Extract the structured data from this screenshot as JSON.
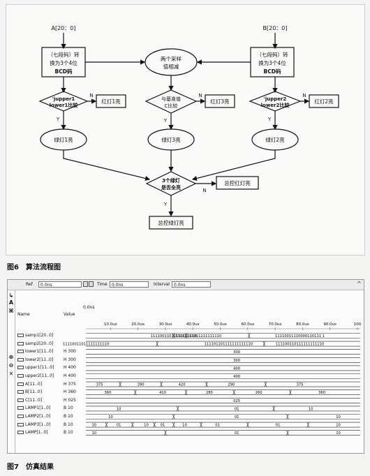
{
  "fig6": {
    "number": "图6",
    "caption": "算法流程图",
    "input_a": "A[20：0]",
    "input_b": "B[20：0]",
    "box_a": [
      "（七段码）转",
      "换为3个4位",
      "BCD码"
    ],
    "box_b": [
      "（七段码）转",
      "换为3个4位",
      "BCD码"
    ],
    "ellipse_sub": [
      "两个采样",
      "值相减"
    ],
    "dec_left": [
      "'jupper1",
      "lower1比较"
    ],
    "dec_mid": [
      "与基准值",
      "C比较"
    ],
    "dec_right": [
      "'jupper2",
      "lower2比较"
    ],
    "red1": "红灯1亮",
    "red3": "红灯3亮",
    "red2": "红灯2亮",
    "green1": "绿灯1亮",
    "green3": "绿灯3亮",
    "green2": "绿灯2亮",
    "dec_all": [
      "3个绿灯",
      "是否全亮"
    ],
    "master_red": "总控红灯亮",
    "master_green": "总控绿灯亮",
    "n": "N",
    "y": "Y"
  },
  "fig7": {
    "number": "图7",
    "caption": "仿真结果",
    "ref_label": "Ref",
    "ref_value": "0.0ns",
    "time_label": "Time",
    "time_value": "0.0ns",
    "interval_label": "Interval",
    "interval_value": "0.0ns",
    "col_name": "Name",
    "col_value": "Value",
    "zero_label": "0.0ns",
    "ticks": [
      "10.0us",
      "20.0us",
      "30.0us",
      "40.0us",
      "50.0us",
      "60.0us",
      "70.0us",
      "80.0us",
      "90.0us",
      "100"
    ],
    "signals": [
      {
        "name": "samp1[20..0]",
        "value": "",
        "segs": [
          [
            "11110011011111111110",
            "32"
          ],
          [
            "",
            "32"
          ],
          [
            "11011011011111111110",
            "41"
          ],
          [
            "11110011110000110111 1",
            "78"
          ]
        ]
      },
      {
        "name": "samp2[20..0]",
        "value": "",
        "segs": [
          [
            "11110011011111111110",
            "0"
          ],
          [
            "111101101111111111110",
            "52"
          ],
          [
            "111100110111111111110",
            "78"
          ]
        ]
      },
      {
        "name": "lower1[11..0]",
        "value": "H 300",
        "segs": [
          [
            "300",
            "55"
          ]
        ]
      },
      {
        "name": "lower2[11..0]",
        "value": "H 300",
        "segs": [
          [
            "300",
            "55"
          ]
        ]
      },
      {
        "name": "upper1[11..0]",
        "value": "H 400",
        "segs": [
          [
            "400",
            "55"
          ]
        ]
      },
      {
        "name": "upper2[11..0]",
        "value": "H 400",
        "segs": [
          [
            "400",
            "55"
          ]
        ]
      },
      {
        "name": "A[11..0]",
        "value": "H 375",
        "segs": [
          [
            "375",
            "5"
          ],
          [
            "390",
            "20"
          ],
          [
            "420",
            "35"
          ],
          [
            "290",
            "53"
          ],
          [
            "375",
            "78"
          ]
        ]
      },
      {
        "name": "B[11..0]",
        "value": "H 360",
        "segs": [
          [
            "360",
            "8"
          ],
          [
            "410",
            "28"
          ],
          [
            "280",
            "45"
          ],
          [
            "260",
            "63"
          ],
          [
            "360",
            "86"
          ]
        ]
      },
      {
        "name": "C[11..0]",
        "value": "H 025",
        "segs": [
          [
            "025",
            "55"
          ]
        ]
      },
      {
        "name": "LAMP1[1..0]",
        "value": "B 10",
        "segs": [
          [
            "10",
            "12"
          ],
          [
            "01",
            "55"
          ],
          [
            "10",
            "82"
          ]
        ]
      },
      {
        "name": "LAMP2[1..0]",
        "value": "B 10",
        "segs": [
          [
            "10",
            "9"
          ],
          [
            "01",
            "55"
          ],
          [
            "10",
            "92"
          ]
        ]
      },
      {
        "name": "LAMP3[1..0]",
        "value": "B 10",
        "segs": [
          [
            "10",
            "3"
          ],
          [
            "01",
            "12"
          ],
          [
            "10",
            "22"
          ],
          [
            "01",
            "28"
          ],
          [
            "10",
            "36"
          ],
          [
            "01",
            "48"
          ],
          [
            "01",
            "70"
          ],
          [
            "10",
            "92"
          ]
        ]
      },
      {
        "name": "LAMP[1..0]",
        "value": "B 10",
        "segs": [
          [
            "10",
            "3"
          ],
          [
            "01",
            "55"
          ],
          [
            "10",
            "92"
          ]
        ]
      }
    ]
  }
}
